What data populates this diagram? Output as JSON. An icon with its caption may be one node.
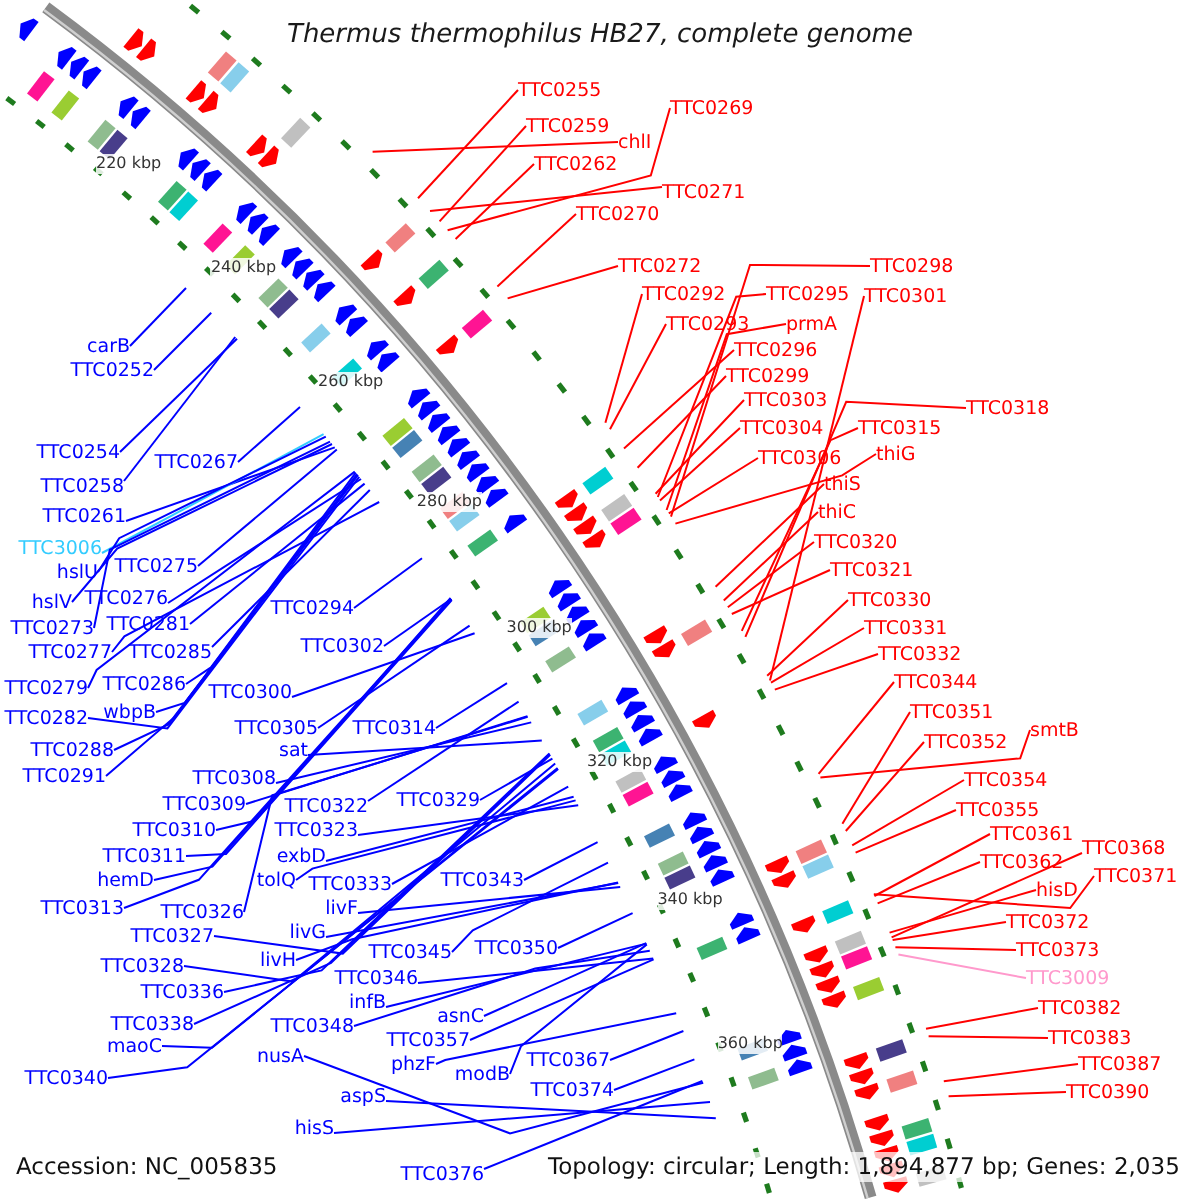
{
  "diagram": {
    "title": "Thermus thermophilus HB27, complete genome",
    "nodes": [
      {
        "text": [
          "TTC0255"
        ]
      },
      {
        "text": [
          "TTC0269"
        ]
      },
      {
        "text": [
          "TTC0259"
        ]
      },
      {
        "text": [
          "chlI"
        ]
      },
      {
        "text": [
          "TTC0262"
        ]
      },
      {
        "text": [
          "TTC0271"
        ]
      },
      {
        "text": [
          "TTC0270"
        ]
      },
      {
        "text": [
          "TTC0272"
        ]
      },
      {
        "text": [
          "TTC0298"
        ]
      },
      {
        "text": [
          "TTC0292"
        ]
      },
      {
        "text": [
          "TTC0295"
        ]
      },
      {
        "text": [
          "TTC0301"
        ]
      },
      {
        "text": [
          "TTC0293"
        ]
      },
      {
        "text": [
          "prmA"
        ]
      },
      {
        "text": [
          "carB"
        ]
      },
      {
        "text": [
          "TTC0296"
        ]
      },
      {
        "text": [
          "TTC0252"
        ]
      },
      {
        "text": [
          "TTC0299"
        ]
      },
      {
        "text": [
          "TTC0303"
        ]
      },
      {
        "text": [
          "TTC0318"
        ]
      },
      {
        "text": [
          "TTC0304"
        ]
      },
      {
        "text": [
          "TTC0315"
        ]
      },
      {
        "text": [
          "TTC0254"
        ]
      },
      {
        "text": [
          "thiG"
        ]
      },
      {
        "text": [
          "TTC0306"
        ]
      },
      {
        "text": [
          "TTC0267"
        ]
      },
      {
        "text": [
          "thiS"
        ]
      },
      {
        "text": [
          "TTC0258"
        ]
      },
      {
        "text": [
          "thiC"
        ]
      },
      {
        "text": [
          "TTC0261"
        ]
      },
      {
        "text": [
          "TTC0320"
        ]
      },
      {
        "text": [
          "TTC3006"
        ]
      },
      {
        "text": [
          "TTC0275"
        ]
      },
      {
        "text": [
          "TTC0321"
        ]
      },
      {
        "text": [
          "hslU"
        ]
      },
      {
        "text": [
          "TTC0276"
        ]
      },
      {
        "text": [
          "TTC0330"
        ]
      },
      {
        "text": [
          "hslV"
        ]
      },
      {
        "text": [
          "TTC0294"
        ]
      },
      {
        "text": [
          "TTC0281"
        ]
      },
      {
        "text": [
          "TTC0273"
        ]
      },
      {
        "text": [
          "TTC0331"
        ]
      },
      {
        "text": [
          "TTC0302"
        ]
      },
      {
        "text": [
          "TTC0277"
        ]
      },
      {
        "text": [
          "TTC0285"
        ]
      },
      {
        "text": [
          "TTC0332"
        ]
      },
      {
        "text": [
          "TTC0344"
        ]
      },
      {
        "text": [
          "TTC0286"
        ]
      },
      {
        "text": [
          "TTC0279"
        ]
      },
      {
        "text": [
          "TTC0300"
        ]
      },
      {
        "text": [
          "wbpB"
        ]
      },
      {
        "text": [
          "TTC0351"
        ]
      },
      {
        "text": [
          "TTC0282"
        ]
      },
      {
        "text": [
          "TTC0305"
        ]
      },
      {
        "text": [
          "TTC0314"
        ]
      },
      {
        "text": [
          "smtB"
        ]
      },
      {
        "text": [
          "TTC0352"
        ]
      },
      {
        "text": [
          "TTC0288"
        ]
      },
      {
        "text": [
          "sat"
        ]
      },
      {
        "text": [
          "TTC0291"
        ]
      },
      {
        "text": [
          "TTC0308"
        ]
      },
      {
        "text": [
          "TTC0354"
        ]
      },
      {
        "text": [
          "TTC0329"
        ]
      },
      {
        "text": [
          "TTC0309"
        ]
      },
      {
        "text": [
          "TTC0322"
        ]
      },
      {
        "text": [
          "TTC0355"
        ]
      },
      {
        "text": [
          "TTC0310"
        ]
      },
      {
        "text": [
          "TTC0323"
        ]
      },
      {
        "text": [
          "TTC0361"
        ]
      },
      {
        "text": [
          "TTC0368"
        ]
      },
      {
        "text": [
          "TTC0311"
        ]
      },
      {
        "text": [
          "exbD"
        ]
      },
      {
        "text": [
          "TTC0362"
        ]
      },
      {
        "text": [
          "TTC0371"
        ]
      },
      {
        "text": [
          "hemD"
        ]
      },
      {
        "text": [
          "tolQ"
        ]
      },
      {
        "text": [
          "TTC0343"
        ]
      },
      {
        "text": [
          "TTC0333"
        ]
      },
      {
        "text": [
          "hisD"
        ]
      },
      {
        "text": [
          "TTC0313"
        ]
      },
      {
        "text": [
          "livF"
        ]
      },
      {
        "text": [
          "TTC0326"
        ]
      },
      {
        "text": [
          "TTC0372"
        ]
      },
      {
        "text": [
          "livG"
        ]
      },
      {
        "text": [
          "TTC0327"
        ]
      },
      {
        "text": [
          "TTC0350"
        ]
      },
      {
        "text": [
          "TTC0373"
        ]
      },
      {
        "text": [
          "TTC0345"
        ]
      },
      {
        "text": [
          "livH"
        ]
      },
      {
        "text": [
          "TTC0328"
        ]
      },
      {
        "text": [
          "TTC0346"
        ]
      },
      {
        "text": [
          "TTC3009"
        ]
      },
      {
        "text": [
          "TTC0336"
        ]
      },
      {
        "text": [
          "infB"
        ]
      },
      {
        "text": [
          "TTC0382"
        ]
      },
      {
        "text": [
          "asnC"
        ]
      },
      {
        "text": [
          "TTC0338"
        ]
      },
      {
        "text": [
          "TTC0348"
        ]
      },
      {
        "text": [
          "TTC0383"
        ]
      },
      {
        "text": [
          "TTC0357"
        ]
      },
      {
        "text": [
          "maoC"
        ]
      },
      {
        "text": [
          "nusA"
        ]
      },
      {
        "text": [
          "TTC0367"
        ]
      },
      {
        "text": [
          "phzF"
        ]
      },
      {
        "text": [
          "TTC0387"
        ]
      },
      {
        "text": [
          "modB"
        ]
      },
      {
        "text": [
          "TTC0340"
        ]
      },
      {
        "text": [
          "TTC0374"
        ]
      },
      {
        "text": [
          "TTC0390"
        ]
      },
      {
        "text": [
          "aspS"
        ]
      },
      {
        "text": [
          "hisS"
        ]
      },
      {
        "text": [
          "TTC0376"
        ]
      }
    ],
    "edges": [
      {
        "from": 0,
        "to": null,
        "arrow": "none",
        "color": "#ff0000"
      },
      {
        "from": 1,
        "to": null,
        "arrow": "none",
        "color": "#ff0000"
      },
      {
        "from": 2,
        "to": null,
        "arrow": "none",
        "color": "#ff0000"
      },
      {
        "from": 3,
        "to": null,
        "arrow": "none",
        "color": "#ff0000"
      },
      {
        "from": 4,
        "to": null,
        "arrow": "none",
        "color": "#ff0000"
      },
      {
        "from": 5,
        "to": null,
        "arrow": "none",
        "color": "#ff0000"
      },
      {
        "from": 6,
        "to": null,
        "arrow": "none",
        "color": "#ff0000"
      },
      {
        "from": 7,
        "to": null,
        "arrow": "none",
        "color": "#ff0000"
      },
      {
        "from": 8,
        "to": null,
        "arrow": "none",
        "color": "#ff0000"
      },
      {
        "from": 9,
        "to": null,
        "arrow": "none",
        "color": "#ff0000"
      },
      {
        "from": 10,
        "to": null,
        "arrow": "none",
        "color": "#ff0000"
      },
      {
        "from": 11,
        "to": null,
        "arrow": "none",
        "color": "#ff0000"
      },
      {
        "from": 12,
        "to": null,
        "arrow": "none",
        "color": "#ff0000"
      },
      {
        "from": 13,
        "to": null,
        "arrow": "none",
        "color": "#ff0000"
      },
      {
        "from": 14,
        "to": null,
        "arrow": "none"
      },
      {
        "from": 15,
        "to": null,
        "arrow": "none",
        "color": "#ff0000"
      },
      {
        "from": 16,
        "to": null,
        "arrow": "none"
      },
      {
        "from": 17,
        "to": null,
        "arrow": "none",
        "color": "#ff0000"
      },
      {
        "from": 18,
        "to": null,
        "arrow": "none",
        "color": "#ff0000"
      },
      {
        "from": 19,
        "to": null,
        "arrow": "none",
        "color": "#ff0000"
      },
      {
        "from": 20,
        "to": null,
        "arrow": "none",
        "color": "#ff0000"
      },
      {
        "from": 21,
        "to": null,
        "arrow": "none",
        "color": "#ff0000"
      },
      {
        "from": 22,
        "to": null,
        "arrow": "none"
      },
      {
        "from": 23,
        "to": null,
        "arrow": "none",
        "color": "#ff0000"
      },
      {
        "from": 24,
        "to": null,
        "arrow": "none",
        "color": "#ff0000"
      },
      {
        "from": 25,
        "to": null,
        "arrow": "none"
      },
      {
        "from": 26,
        "to": null,
        "arrow": "none",
        "color": "#ff0000"
      },
      {
        "from": 27,
        "to": null,
        "arrow": "none"
      },
      {
        "from": 28,
        "to": null,
        "arrow": "none",
        "color": "#ff0000"
      },
      {
        "from": 29,
        "to": null,
        "arrow": "none"
      },
      {
        "from": 30,
        "to": null,
        "arrow": "none",
        "color": "#ff0000"
      },
      {
        "from": 31,
        "to": null,
        "arrow": "none",
        "color": "#33ccff"
      },
      {
        "from": 32,
        "to": null,
        "arrow": "none"
      },
      {
        "from": 33,
        "to": null,
        "arrow": "none",
        "color": "#ff0000"
      },
      {
        "from": 34,
        "to": null,
        "arrow": "none"
      },
      {
        "from": 35,
        "to": null,
        "arrow": "none"
      },
      {
        "from": 36,
        "to": null,
        "arrow": "none",
        "color": "#ff0000"
      },
      {
        "from": 37,
        "to": null,
        "arrow": "none"
      },
      {
        "from": 38,
        "to": null,
        "arrow": "none"
      },
      {
        "from": 39,
        "to": null,
        "arrow": "none"
      },
      {
        "from": 40,
        "to": null,
        "arrow": "none"
      },
      {
        "from": 41,
        "to": null,
        "arrow": "none",
        "color": "#ff0000"
      },
      {
        "from": 42,
        "to": null,
        "arrow": "none"
      },
      {
        "from": 43,
        "to": null,
        "arrow": "none"
      },
      {
        "from": 44,
        "to": null,
        "arrow": "none"
      },
      {
        "from": 45,
        "to": null,
        "arrow": "none",
        "color": "#ff0000"
      },
      {
        "from": 46,
        "to": null,
        "arrow": "none",
        "color": "#ff0000"
      },
      {
        "from": 47,
        "to": null,
        "arrow": "none"
      },
      {
        "from": 48,
        "to": null,
        "arrow": "none"
      },
      {
        "from": 49,
        "to": null,
        "arrow": "none"
      },
      {
        "from": 50,
        "to": null,
        "arrow": "none"
      },
      {
        "from": 51,
        "to": null,
        "arrow": "none",
        "color": "#ff0000"
      },
      {
        "from": 52,
        "to": null,
        "arrow": "none"
      },
      {
        "from": 53,
        "to": null,
        "arrow": "none"
      },
      {
        "from": 54,
        "to": null,
        "arrow": "none"
      },
      {
        "from": 55,
        "to": null,
        "arrow": "none",
        "color": "#ff0000"
      },
      {
        "from": 56,
        "to": null,
        "arrow": "none",
        "color": "#ff0000"
      },
      {
        "from": 57,
        "to": null,
        "arrow": "none"
      },
      {
        "from": 58,
        "to": null,
        "arrow": "none"
      },
      {
        "from": 59,
        "to": null,
        "arrow": "none"
      },
      {
        "from": 60,
        "to": null,
        "arrow": "none"
      },
      {
        "from": 61,
        "to": null,
        "arrow": "none",
        "color": "#ff0000"
      },
      {
        "from": 62,
        "to": null,
        "arrow": "none"
      },
      {
        "from": 63,
        "to": null,
        "arrow": "none"
      },
      {
        "from": 64,
        "to": null,
        "arrow": "none"
      },
      {
        "from": 65,
        "to": null,
        "arrow": "none",
        "color": "#ff0000"
      },
      {
        "from": 66,
        "to": null,
        "arrow": "none"
      },
      {
        "from": 67,
        "to": null,
        "arrow": "none"
      },
      {
        "from": 68,
        "to": null,
        "arrow": "none",
        "color": "#ff0000"
      },
      {
        "from": 69,
        "to": null,
        "arrow": "none",
        "color": "#ff0000"
      },
      {
        "from": 70,
        "to": null,
        "arrow": "none"
      },
      {
        "from": 71,
        "to": null,
        "arrow": "none"
      },
      {
        "from": 72,
        "to": null,
        "arrow": "none",
        "color": "#ff0000"
      },
      {
        "from": 73,
        "to": null,
        "arrow": "none",
        "color": "#ff0000"
      },
      {
        "from": 74,
        "to": null,
        "arrow": "none"
      },
      {
        "from": 75,
        "to": null,
        "arrow": "none"
      },
      {
        "from": 76,
        "to": null,
        "arrow": "none"
      },
      {
        "from": 77,
        "to": null,
        "arrow": "none"
      },
      {
        "from": 78,
        "to": null,
        "arrow": "none",
        "color": "#ff0000"
      },
      {
        "from": 79,
        "to": null,
        "arrow": "none"
      },
      {
        "from": 80,
        "to": null,
        "arrow": "none"
      },
      {
        "from": 81,
        "to": null,
        "arrow": "none"
      },
      {
        "from": 82,
        "to": null,
        "arrow": "none",
        "color": "#ff0000"
      },
      {
        "from": 83,
        "to": null,
        "arrow": "none"
      },
      {
        "from": 84,
        "to": null,
        "arrow": "none"
      },
      {
        "from": 85,
        "to": null,
        "arrow": "none"
      },
      {
        "from": 86,
        "to": null,
        "arrow": "none",
        "color": "#ff0000"
      },
      {
        "from": 87,
        "to": null,
        "arrow": "none"
      },
      {
        "from": 88,
        "to": null,
        "arrow": "none"
      },
      {
        "from": 89,
        "to": null,
        "arrow": "none"
      },
      {
        "from": 90,
        "to": null,
        "arrow": "none"
      },
      {
        "from": 91,
        "to": null,
        "arrow": "none",
        "color": "#ff99cc"
      },
      {
        "from": 92,
        "to": null,
        "arrow": "none"
      },
      {
        "from": 93,
        "to": null,
        "arrow": "none"
      },
      {
        "from": 94,
        "to": null,
        "arrow": "none",
        "color": "#ff0000"
      },
      {
        "from": 95,
        "to": null,
        "arrow": "none"
      },
      {
        "from": 96,
        "to": null,
        "arrow": "none"
      },
      {
        "from": 97,
        "to": null,
        "arrow": "none"
      },
      {
        "from": 98,
        "to": null,
        "arrow": "none",
        "color": "#ff0000"
      },
      {
        "from": 99,
        "to": null,
        "arrow": "none"
      },
      {
        "from": 100,
        "to": null,
        "arrow": "none"
      },
      {
        "from": 101,
        "to": null,
        "arrow": "none"
      },
      {
        "from": 102,
        "to": null,
        "arrow": "none"
      },
      {
        "from": 103,
        "to": null,
        "arrow": "none"
      },
      {
        "from": 104,
        "to": null,
        "arrow": "none",
        "color": "#ff0000"
      },
      {
        "from": 105,
        "to": null,
        "arrow": "none"
      },
      {
        "from": 106,
        "to": null,
        "arrow": "none"
      },
      {
        "from": 107,
        "to": null,
        "arrow": "none"
      },
      {
        "from": 108,
        "to": null,
        "arrow": "none",
        "color": "#ff0000"
      },
      {
        "from": 109,
        "to": null,
        "arrow": "none"
      },
      {
        "from": 110,
        "to": null,
        "arrow": "none"
      },
      {
        "from": 111,
        "to": null,
        "arrow": "none"
      }
    ],
    "labels": [
      "220 kbp",
      "240 kbp",
      "260 kbp",
      "280 kbp",
      "300 kbp",
      "320 kbp",
      "340 kbp",
      "360 kbp",
      "Accession: NC_005835",
      "Topology: circular; Length: 1,894,877 bp; Genes: 2,035"
    ]
  }
}
